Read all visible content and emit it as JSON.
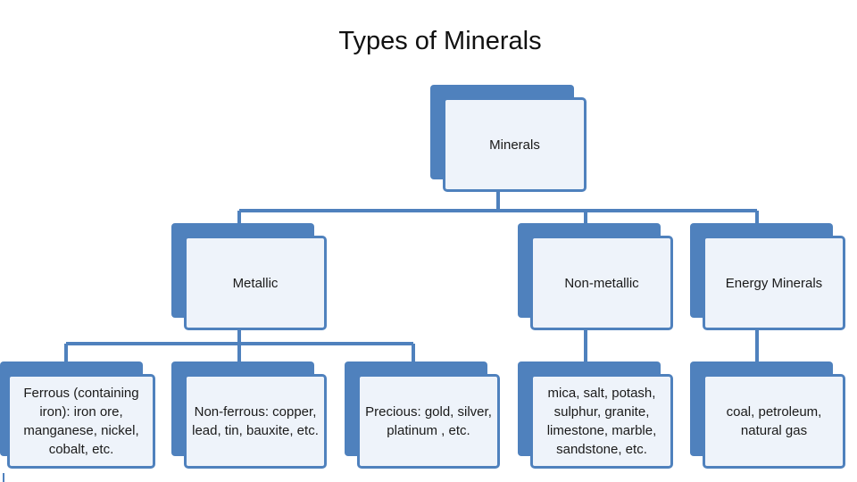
{
  "title": "Types of Minerals",
  "nodes": {
    "root": "Minerals",
    "metallic": "Metallic",
    "non_metallic": "Non-metallic",
    "energy": "Energy Minerals",
    "ferrous": "Ferrous (containing iron): iron ore, manganese, nickel, cobalt, etc.",
    "non_ferrous": "Non-ferrous: copper, lead, tin, bauxite, etc.",
    "precious": "Precious: gold, silver, platinum , etc.",
    "non_metallic_examples": "mica, salt, potash, sulphur, granite, limestone, marble, sandstone, etc.",
    "energy_examples": "coal, petroleum, natural gas"
  },
  "colors": {
    "accent": "#4f81bd",
    "box_fill": "#eef3fa",
    "text": "#1a1a1a"
  }
}
